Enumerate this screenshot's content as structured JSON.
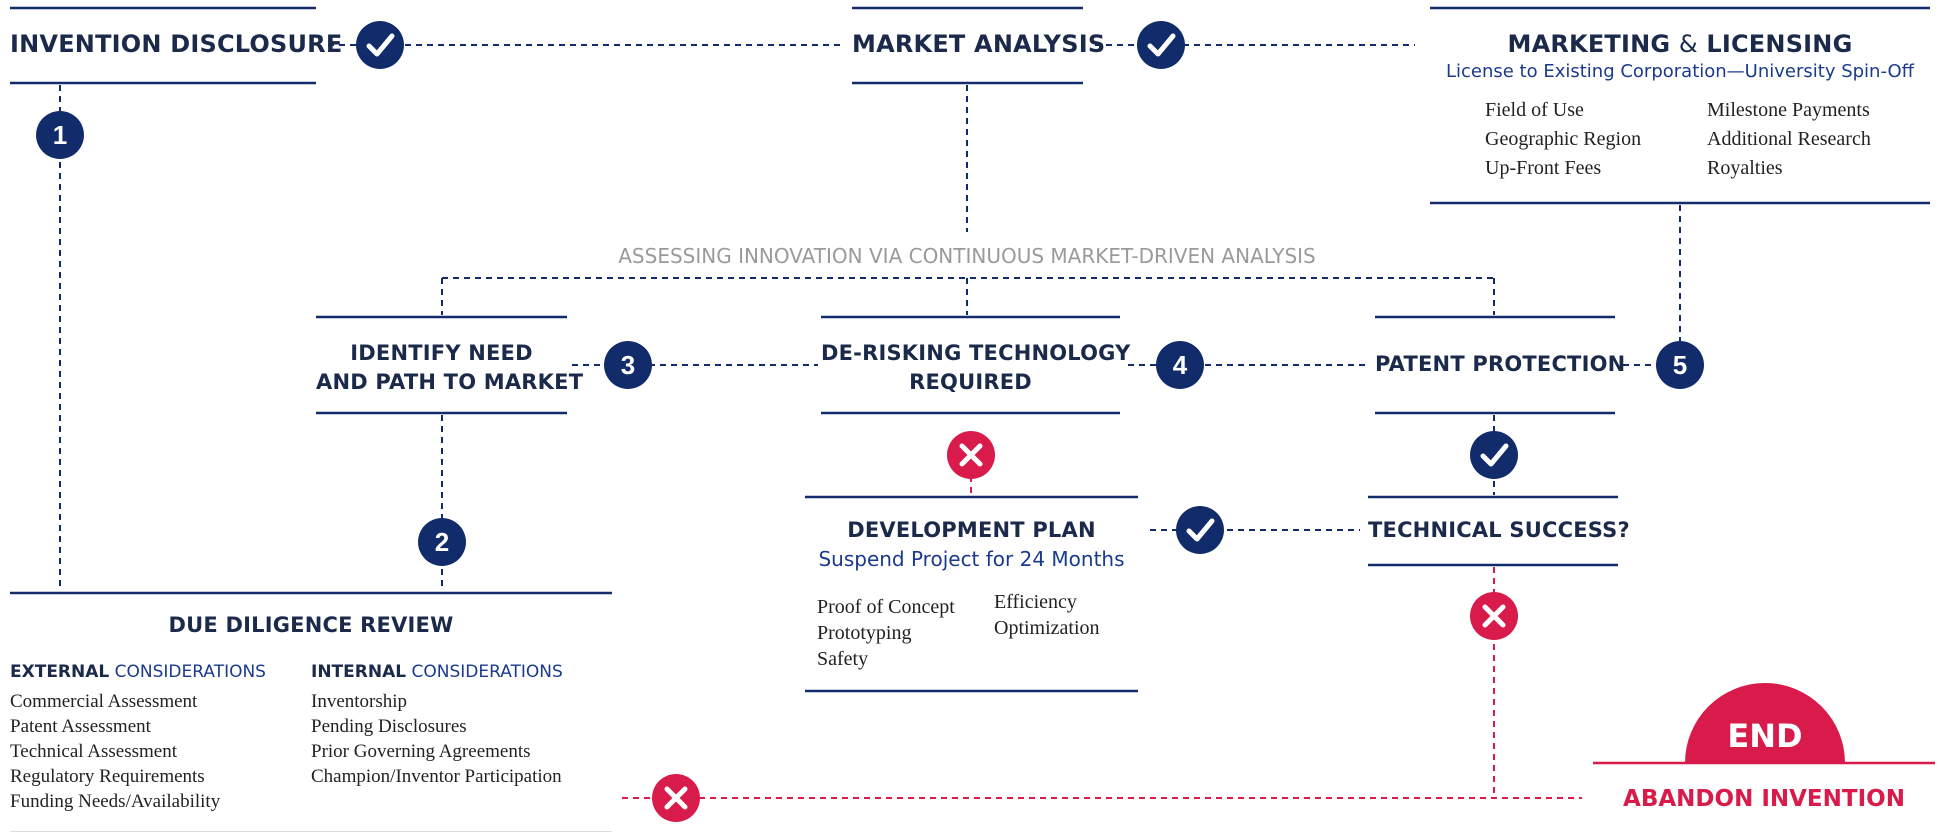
{
  "colors": {
    "navy": "#122c6b",
    "red": "#d81b4a",
    "note_gray": "#9a9a9a"
  },
  "nodes": {
    "invention_disclosure": "INVENTION DISCLOSURE",
    "market_analysis": "MARKET ANALYSIS",
    "marketing_licensing": {
      "title_a": "MARKETING",
      "amp": "&",
      "title_b": "LICENSING",
      "subtitle": "License to Existing Corporation—University Spin-Off",
      "terms_left": [
        "Field of Use",
        "Geographic Region",
        "Up-Front Fees"
      ],
      "terms_right": [
        "Milestone Payments",
        "Additional Research",
        "Royalties"
      ]
    },
    "assessing_note": "ASSESSING INNOVATION VIA CONTINUOUS MARKET-DRIVEN ANALYSIS",
    "identify_need": [
      "IDENTIFY NEED",
      "AND PATH TO MARKET"
    ],
    "de_risking": [
      "DE-RISKING TECHNOLOGY",
      "REQUIRED"
    ],
    "patent_protection": "PATENT PROTECTION",
    "development_plan": {
      "title": "DEVELOPMENT PLAN",
      "subtitle": "Suspend Project for 24 Months",
      "items_left": [
        "Proof of Concept",
        "Prototyping",
        "Safety"
      ],
      "items_right": [
        "Efficiency",
        "Optimization"
      ]
    },
    "technical_success": "TECHNICAL SUCCESS?",
    "due_diligence": {
      "title": "DUE DILIGENCE REVIEW",
      "external_bold": "EXTERNAL",
      "external_rest": " CONSIDERATIONS",
      "external_items": [
        "Commercial Assessment",
        "Patent Assessment",
        "Technical Assessment",
        "Regulatory Requirements",
        "Funding Needs/Availability"
      ],
      "internal_bold": "INTERNAL",
      "internal_rest": " CONSIDERATIONS",
      "internal_items": [
        "Inventorship",
        "Pending Disclosures",
        "Prior Governing Agreements",
        "Champion/Inventor Participation"
      ]
    },
    "end": {
      "label": "END",
      "caption": "ABANDON  INVENTION"
    }
  },
  "step_badges": [
    "1",
    "2",
    "3",
    "4",
    "5"
  ],
  "icons": {
    "check": "check-circle-icon",
    "cross": "x-circle-icon",
    "step": "numbered-step-badge"
  }
}
